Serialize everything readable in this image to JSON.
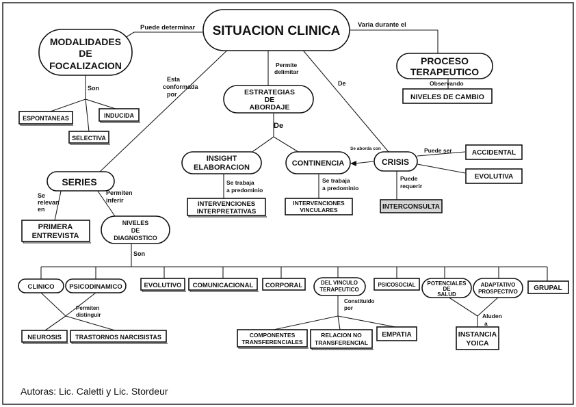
{
  "nodes": {
    "situacion": "SITUACION CLINICA",
    "modalidades": [
      "MODALIDADES",
      "DE",
      "FOCALIZACION"
    ],
    "proceso": [
      "PROCESO",
      "TERAPEUTICO"
    ],
    "niveles_cambio": "NIVELES DE CAMBIO",
    "espontaneas": "ESPONTANEAS",
    "inducida": "INDUCIDA",
    "selectiva": "SELECTIVA",
    "estrategias": [
      "ESTRATEGIAS",
      "DE",
      "ABORDAJE"
    ],
    "insight": [
      "INSIGHT",
      "ELABORACION"
    ],
    "continencia": "CONTINENCIA",
    "crisis": "CRISIS",
    "accidental": "ACCIDENTAL",
    "evolutiva": "EVOLUTIVA",
    "interconsulta": "INTERCONSULTA",
    "series": "SERIES",
    "int_interpretativas": [
      "INTERVENCIONES",
      "INTERPRETATIVAS"
    ],
    "int_vinculares": [
      "INTERVENCIONES",
      "VINCULARES"
    ],
    "primera_entrevista": [
      "PRIMERA",
      "ENTREVISTA"
    ],
    "niveles_diagnostico": [
      "NIVELES",
      "DE",
      "DIAGNOSTICO"
    ],
    "clinico": "CLINICO",
    "psicodinamico": "PSICODINAMICO",
    "evolutivo": "EVOLUTIVO",
    "comunicacional": "COMUNICACIONAL",
    "corporal": "CORPORAL",
    "del_vinculo": [
      "DEL VINCULO",
      "TERAPEUTICO"
    ],
    "psicosocial": "PSICOSOCIAL",
    "potenciales": [
      "POTENCIALES",
      "DE",
      "SALUD"
    ],
    "adaptativo": [
      "ADAPTATIVO",
      "PROSPECTIVO"
    ],
    "grupal": "GRUPAL",
    "neurosis": "NEUROSIS",
    "trastornos": "TRASTORNOS NARCISISTAS",
    "componentes": [
      "COMPONENTES",
      "TRANSFERENCIALES"
    ],
    "relacion_no": [
      "RELACION NO",
      "TRANSFERENCIAL"
    ],
    "empatia": "EMPATIA",
    "instancia": [
      "INSTANCIA",
      "YOICA"
    ]
  },
  "links": {
    "puede_determinar": "Puede determinar",
    "varia_durante": "Varia durante el",
    "observando": "Observando",
    "son_top": "Son",
    "esta_conformada": [
      "Esta",
      "conformada",
      "por"
    ],
    "permite_delimitar": [
      "Permite",
      "delimitar"
    ],
    "de_crisis": "De",
    "de_estrategias": "De",
    "se_aborda_con": "Se aborda con",
    "puede_ser": "Puede ser",
    "puede_requerir": [
      "Puede",
      "requerir"
    ],
    "se_trabaja_1": [
      "Se trabaja",
      "a predominio"
    ],
    "se_trabaja_2": [
      "Se trabaja",
      "a predominio"
    ],
    "se_relevan_en": [
      "Se",
      "relevan",
      "en"
    ],
    "permiten_inferir": [
      "Permiten",
      "inferir"
    ],
    "son_niveles": "Son",
    "permiten_distinguir": [
      "Permiten",
      "distinguir"
    ],
    "constituido_por": [
      "Constituido",
      "por"
    ],
    "aluden_a": [
      "Aluden",
      "a"
    ]
  },
  "footer": "Autoras: Lic. Caletti y Lic. Stordeur",
  "colors": {
    "interconsulta_fill": "#d6d6d6"
  }
}
